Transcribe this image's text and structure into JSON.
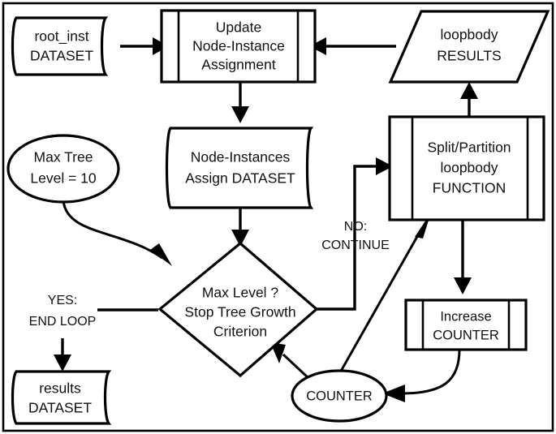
{
  "diagram": {
    "title": "Tree growth loop flowchart",
    "background": "#ffffff",
    "stroke_color": "#000000",
    "text_color": "#111111",
    "nodes": {
      "root_inst": {
        "shape": "data-tape",
        "line1": "root_inst",
        "line2": "DATASET"
      },
      "update_assignment": {
        "shape": "predefined-process",
        "line1": "Update",
        "line2": "Node-Instance",
        "line3": "Assignment"
      },
      "loopbody_results": {
        "shape": "parallelogram",
        "line1": "loopbody",
        "line2": "RESULTS"
      },
      "node_instances_dataset": {
        "shape": "data-tape",
        "line1": "Node-Instances",
        "line2": "Assign DATASET"
      },
      "split_partition": {
        "shape": "predefined-process",
        "line1": "Split/Partition",
        "line2": "loopbody",
        "line3": "FUNCTION"
      },
      "max_tree_level": {
        "shape": "ellipse",
        "line1": "Max Tree",
        "line2": "Level = 10"
      },
      "decision": {
        "shape": "diamond",
        "line1": "Max Level ?",
        "line2": "Stop Tree Growth",
        "line3": "Criterion"
      },
      "increase_counter": {
        "shape": "predefined-process",
        "line1": "Increase",
        "line2": "COUNTER"
      },
      "counter": {
        "shape": "ellipse",
        "line1": "COUNTER"
      },
      "results_dataset": {
        "shape": "data-tape",
        "line1": "results",
        "line2": "DATASET"
      }
    },
    "edge_labels": {
      "no_continue_line1": "NO:",
      "no_continue_line2": "CONTINUE",
      "yes_endloop_line1": "YES:",
      "yes_endloop_line2": "END LOOP"
    }
  }
}
